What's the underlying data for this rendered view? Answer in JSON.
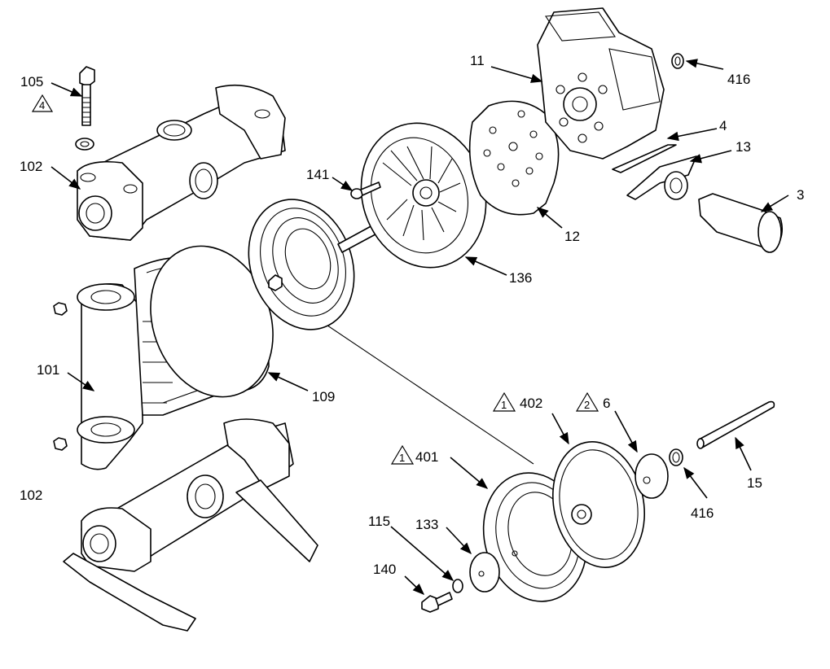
{
  "diagram": {
    "labels": {
      "p105": "105",
      "p102a": "102",
      "p102b": "102",
      "p101": "101",
      "p109": "109",
      "p141": "141",
      "p136": "136",
      "p12": "12",
      "p11": "11",
      "p416a": "416",
      "p4": "4",
      "p13": "13",
      "p3": "3",
      "p402": "402",
      "p6": "6",
      "p401": "401",
      "p416b": "416",
      "p15": "15",
      "p115": "115",
      "p133": "133",
      "p140": "140"
    },
    "notes": {
      "n4": "4",
      "n1a": "1",
      "n2": "2",
      "n1b": "1"
    }
  }
}
